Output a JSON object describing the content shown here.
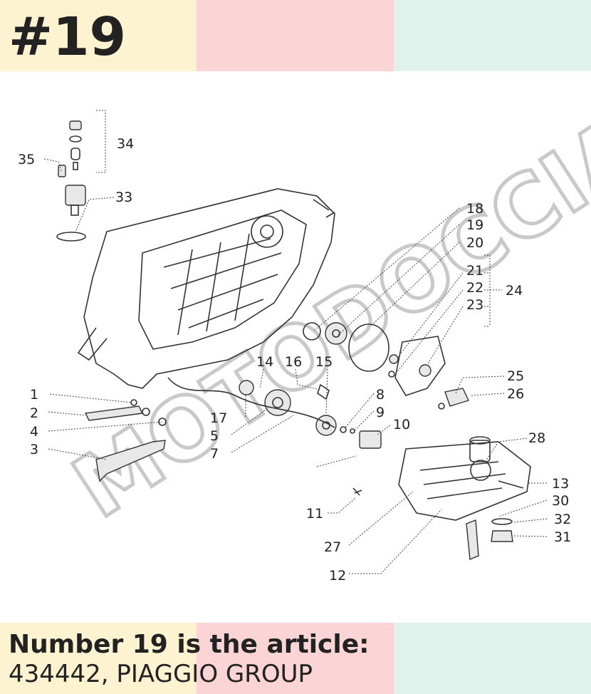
{
  "header": {
    "reference": "#19"
  },
  "footer": {
    "line1": "Number 19 is the article:",
    "line2": "434442, PIAGGIO GROUP"
  },
  "watermark": {
    "text": "MOTODOCCIA"
  },
  "colors": {
    "band_yellow": "#fdf3d0",
    "band_pink": "#fbd5d5",
    "band_mint": "#e0f2ec"
  },
  "labels": {
    "l1": "1",
    "l2": "2",
    "l3": "3",
    "l4": "4",
    "l5": "5",
    "l7": "7",
    "l8": "8",
    "l9": "9",
    "l10": "10",
    "l11": "11",
    "l12": "12",
    "l13": "13",
    "l14": "14",
    "l15": "15",
    "l16": "16",
    "l17": "17",
    "l18": "18",
    "l19": "19",
    "l20": "20",
    "l21": "21",
    "l22": "22",
    "l23": "23",
    "l24": "24",
    "l25": "25",
    "l26": "26",
    "l27": "27",
    "l28": "28",
    "l30": "30",
    "l31": "31",
    "l32": "32",
    "l33": "33",
    "l34": "34",
    "l35": "35"
  }
}
